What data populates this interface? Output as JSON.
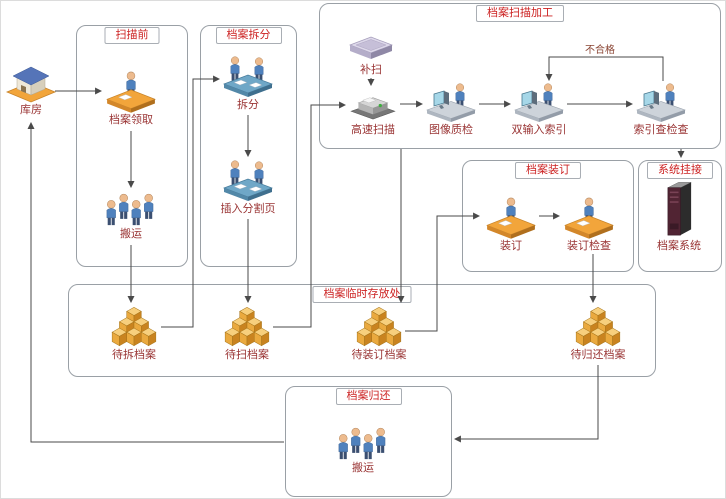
{
  "diagram": {
    "groups": {
      "pre_scan": {
        "title": "扫描前"
      },
      "split": {
        "title": "档案拆分"
      },
      "scan": {
        "title": "档案扫描加工"
      },
      "binding": {
        "title": "档案装订"
      },
      "system": {
        "title": "系统挂接"
      },
      "storage": {
        "title": "档案临时存放处"
      },
      "return_group": {
        "title": "档案归还"
      }
    },
    "nodes": {
      "warehouse": {
        "label": "库房",
        "icon": "warehouse-icon"
      },
      "receive": {
        "label": "档案领取",
        "icon": "clerk-desk-icon"
      },
      "transport_in": {
        "label": "搬运",
        "icon": "porters-icon"
      },
      "split_op": {
        "label": "拆分",
        "icon": "team-desk-icon"
      },
      "insert_divider": {
        "label": "插入分割页",
        "icon": "team-desk-icon"
      },
      "patch_scan": {
        "label": "补扫",
        "icon": "flatbed-scanner-icon"
      },
      "high_speed_scan": {
        "label": "高速扫描",
        "icon": "high-speed-scanner-icon"
      },
      "image_qc": {
        "label": "图像质检",
        "icon": "computer-operator-icon"
      },
      "double_entry_index": {
        "label": "双输入索引",
        "icon": "computer-operator-icon"
      },
      "index_check": {
        "label": "索引查检查",
        "icon": "computer-operator-icon"
      },
      "bind_op": {
        "label": "装订",
        "icon": "clerk-desk-icon"
      },
      "bind_check": {
        "label": "装订检查",
        "icon": "clerk-desk-icon"
      },
      "archive_system": {
        "label": "档案系统",
        "icon": "server-icon"
      },
      "pending_split": {
        "label": "待拆档案",
        "icon": "box-stack-icon"
      },
      "pending_scan": {
        "label": "待扫档案",
        "icon": "box-stack-icon"
      },
      "pending_bind": {
        "label": "待装订档案",
        "icon": "box-stack-icon"
      },
      "pending_return": {
        "label": "待归还档案",
        "icon": "box-stack-icon"
      },
      "transport_out": {
        "label": "搬运",
        "icon": "porters-icon"
      }
    },
    "edge_labels": {
      "unqualified": "不合格"
    },
    "edges": [
      {
        "from": "warehouse",
        "to": "receive"
      },
      {
        "from": "receive",
        "to": "transport_in"
      },
      {
        "from": "transport_in",
        "to": "pending_split"
      },
      {
        "from": "pending_split",
        "to": "split_op"
      },
      {
        "from": "split_op",
        "to": "insert_divider"
      },
      {
        "from": "insert_divider",
        "to": "pending_scan"
      },
      {
        "from": "pending_scan",
        "to": "high_speed_scan"
      },
      {
        "from": "patch_scan",
        "to": "high_speed_scan"
      },
      {
        "from": "high_speed_scan",
        "to": "image_qc"
      },
      {
        "from": "image_qc",
        "to": "double_entry_index"
      },
      {
        "from": "double_entry_index",
        "to": "index_check"
      },
      {
        "from": "index_check",
        "to": "double_entry_index",
        "label": "不合格"
      },
      {
        "from": "scan",
        "to": "pending_bind"
      },
      {
        "from": "pending_bind",
        "to": "bind_op"
      },
      {
        "from": "bind_op",
        "to": "bind_check"
      },
      {
        "from": "bind_check",
        "to": "pending_return"
      },
      {
        "from": "scan",
        "to": "system"
      },
      {
        "from": "pending_return",
        "to": "transport_out"
      },
      {
        "from": "transport_out",
        "to": "warehouse"
      }
    ],
    "colors": {
      "group_border": "#9aa0a6",
      "group_title_text": "#cc2222",
      "node_label_text": "#993333",
      "arrow": "#4a4a4a",
      "box_gold": "#eaa93e",
      "desk_orange": "#f2a53b",
      "desk_blue": "#6fa7c7",
      "person_blue": "#4f81bd",
      "server_front": "#512433"
    }
  }
}
